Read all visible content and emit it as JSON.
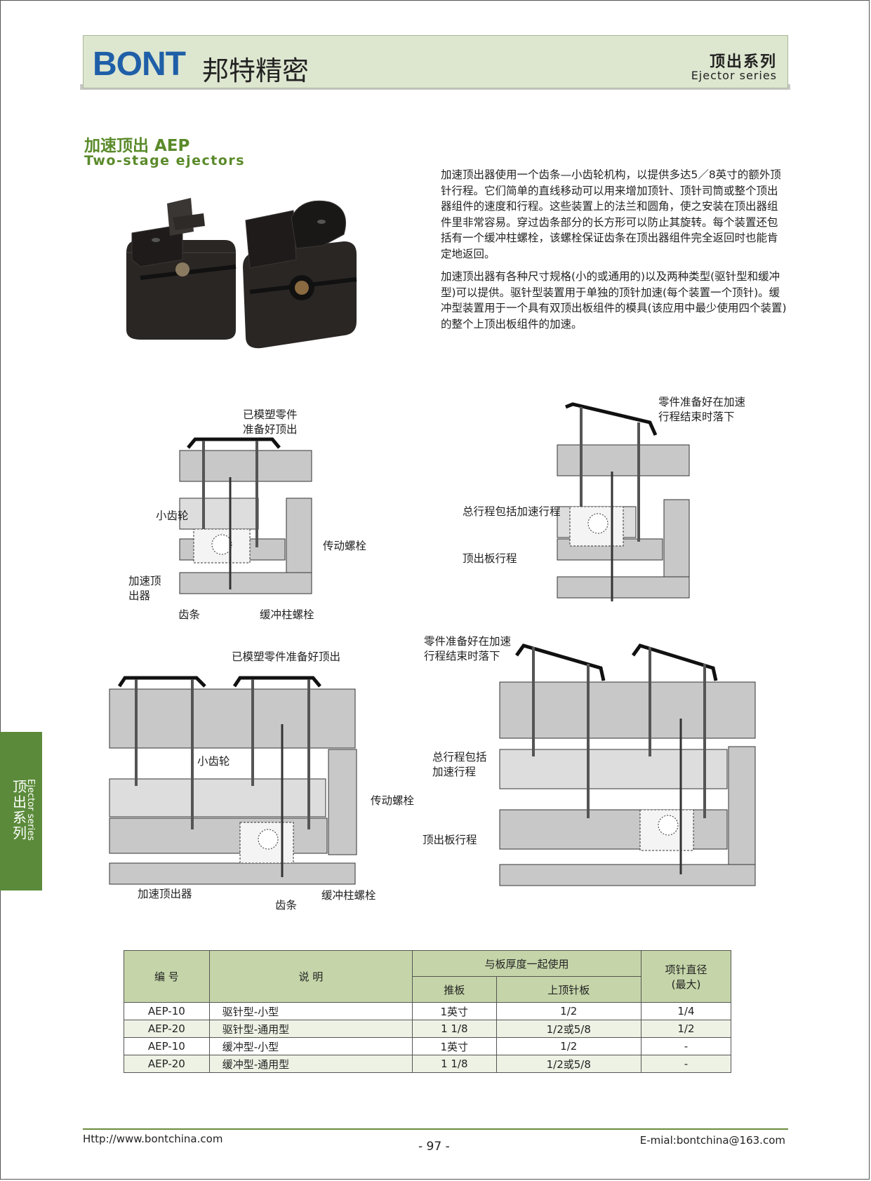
{
  "header": {
    "logo": "BONT",
    "logo_cn": "邦特精密",
    "series_cn": "顶出系列",
    "series_en": "Ejector series"
  },
  "title": {
    "cn": "加速顶出 AEP",
    "en": "Two-stage ejectors"
  },
  "intro": {
    "p1": "加速顶出器使用一个齿条—小齿轮机构，以提供多达5／8英寸的额外顶针行程。它们简单的直线移动可以用来增加顶针、顶针司筒或整个顶出器组件的速度和行程。这些装置上的法兰和圆角，使之安装在顶出器组件里非常容易。穿过齿条部分的长方形可以防止其旋转。每个装置还包括有一个缓冲柱螺栓，该螺栓保证齿条在顶出器组件完全返回时也能肯定地返回。",
    "p2": "加速顶出器有各种尺寸规格(小的或通用的)以及两种类型(驱针型和缓冲型)可以提供。驱针型装置用于单独的顶针加速(每个装置一个顶针)。缓冲型装置用于一个具有双顶出板组件的模具(该应用中最少使用四个装置)的整个上顶出板组件的加速。"
  },
  "side_tab": {
    "cn": "顶出系列",
    "en": "Ejector series"
  },
  "diagram1": {
    "part_ready": "已模塑零件\n准备好顶出",
    "pinion": "小齿轮",
    "drive_bolt": "传动螺栓",
    "ejector": "加速顶\n出器",
    "rack": "齿条",
    "buffer_bolt": "缓冲柱螺栓"
  },
  "diagram2": {
    "part_drop": "零件准备好在加速\n行程结束时落下",
    "total_stroke": "总行程包括加速行程",
    "plate_stroke": "顶出板行程"
  },
  "diagram3": {
    "part_ready": "已模塑零件准备好顶出",
    "pinion": "小齿轮",
    "drive_bolt": "传动螺栓",
    "ejector": "加速顶出器",
    "rack": "齿条",
    "buffer_bolt": "缓冲柱螺栓"
  },
  "diagram4": {
    "part_drop": "零件准备好在加速\n行程结束时落下",
    "total_stroke": "总行程包括\n加速行程",
    "plate_stroke": "顶出板行程"
  },
  "table": {
    "headers": {
      "code": "编 号",
      "desc": "说 明",
      "thickness": "与板厚度一起使用",
      "push_plate": "推板",
      "upper_plate": "上顶针板",
      "pin_dia": "项针直径\n(最大)"
    },
    "rows": [
      {
        "code": "AEP-10",
        "desc": "驱针型-小型",
        "push": "1英寸",
        "upper": "1/2",
        "dia": "1/4"
      },
      {
        "code": "AEP-20",
        "desc": "驱针型-通用型",
        "push": "1 1/8",
        "upper": "1/2或5/8",
        "dia": "1/2"
      },
      {
        "code": "AEP-10",
        "desc": "缓冲型-小型",
        "push": "1英寸",
        "upper": "1/2",
        "dia": "-"
      },
      {
        "code": "AEP-20",
        "desc": "缓冲型-通用型",
        "push": "1 1/8",
        "upper": "1/2或5/8",
        "dia": "-"
      }
    ]
  },
  "footer": {
    "url": "Http://www.bontchina.com",
    "page": "- 97 -",
    "email": "E-mial:bontchina@163.com"
  }
}
